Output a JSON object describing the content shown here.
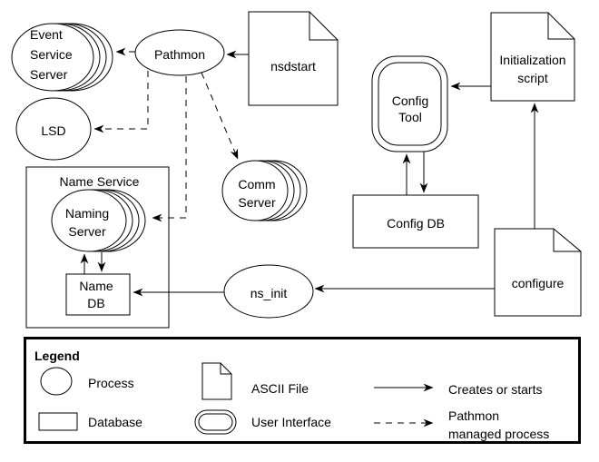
{
  "nodes": {
    "event_service_server": {
      "label": "Event\nService\nServer",
      "type": "process-stack"
    },
    "pathmon": {
      "label": "Pathmon",
      "type": "process"
    },
    "nsdstart": {
      "label": "nsdstart",
      "type": "ascii-file"
    },
    "lsd": {
      "label": "LSD",
      "type": "process"
    },
    "comm_server": {
      "label": "Comm\nServer",
      "type": "process-stack"
    },
    "name_service": {
      "label": "Name Service",
      "type": "group-box"
    },
    "naming_server": {
      "label": "Naming\nServer",
      "type": "process-stack"
    },
    "name_db": {
      "label": "Name\nDB",
      "type": "database"
    },
    "ns_init": {
      "label": "ns_init",
      "type": "process"
    },
    "config_tool": {
      "label": "Config\nTool",
      "type": "user-interface"
    },
    "config_db": {
      "label": "Config DB",
      "type": "database"
    },
    "init_script": {
      "label": "Initialization\nscript",
      "type": "ascii-file"
    },
    "configure": {
      "label": "configure",
      "type": "ascii-file"
    }
  },
  "legend": {
    "title": "Legend",
    "items": [
      {
        "icon": "process-ellipse-icon",
        "label": "Process"
      },
      {
        "icon": "database-rect-icon",
        "label": "Database"
      },
      {
        "icon": "ascii-file-icon",
        "label": "ASCII File"
      },
      {
        "icon": "user-interface-icon",
        "label": "User Interface"
      },
      {
        "icon": "solid-arrow-icon",
        "label": "Creates or starts"
      },
      {
        "icon": "dashed-arrow-icon",
        "label": "Pathmon\nmanaged process"
      }
    ]
  },
  "colors": {
    "line": "#000000",
    "background": "#ffffff"
  }
}
